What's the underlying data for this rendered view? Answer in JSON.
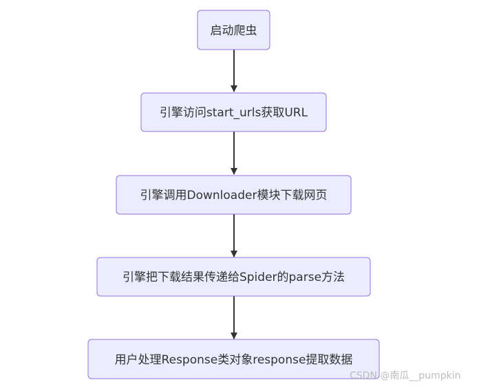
{
  "diagram": {
    "nodes": [
      {
        "id": "n1",
        "label": "启动爬虫"
      },
      {
        "id": "n2",
        "label": "引擎访问start_urls获取URL"
      },
      {
        "id": "n3",
        "label": "引擎调用Downloader模块下载网页"
      },
      {
        "id": "n4",
        "label": "引擎把下载结果传递给Spider的parse方法"
      },
      {
        "id": "n5",
        "label": "用户处理Response类对象response提取数据"
      }
    ],
    "edges": [
      {
        "from": "n1",
        "to": "n2"
      },
      {
        "from": "n2",
        "to": "n3"
      },
      {
        "from": "n3",
        "to": "n4"
      },
      {
        "from": "n4",
        "to": "n5"
      }
    ],
    "colors": {
      "node_fill": "#ececff",
      "node_stroke": "#9370db",
      "edge": "#333333",
      "text": "#333333"
    }
  },
  "watermark": "CSDN @南瓜__pumpkin"
}
